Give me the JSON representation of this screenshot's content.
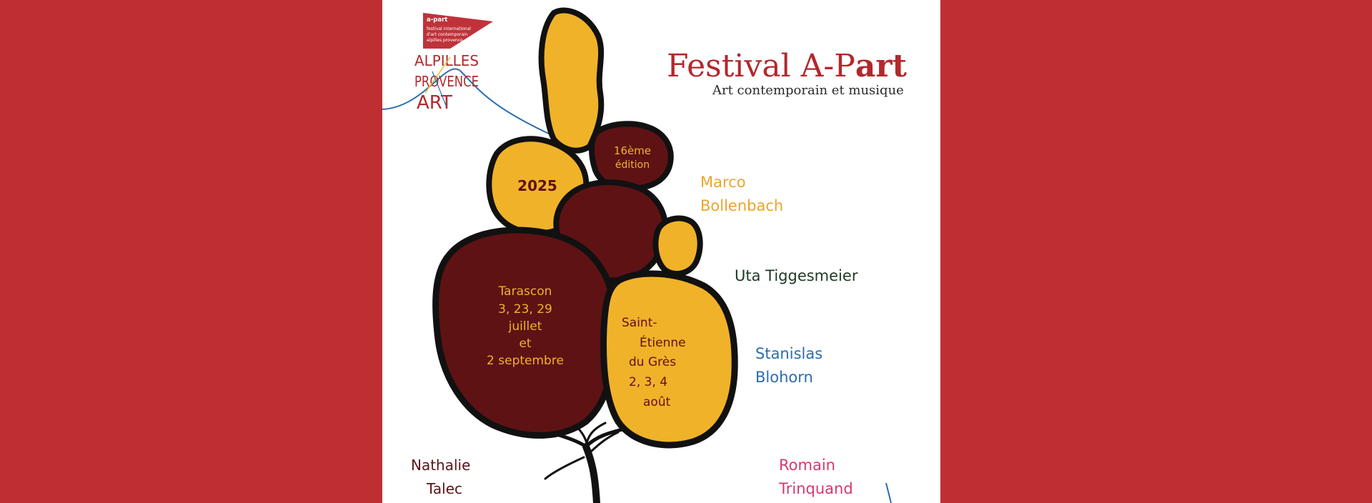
{
  "logo": {
    "small_name": "a-part",
    "tag_line1": "festival international",
    "tag_line2": "d'art contemporain",
    "tag_line3": "alpilles provence",
    "word1": "ALPILLES",
    "word2": "PROVENCE",
    "word3": "ART"
  },
  "title": {
    "main": "Festival A-P",
    "main_bold": "art",
    "subtitle": "Art contemporain et musique"
  },
  "blobs": {
    "year": "2025",
    "edition_line1": "16ème",
    "edition_line2": "édition",
    "tarascon_line1": "Tarascon",
    "tarascon_line2": "3, 23, 29",
    "tarascon_line3": "juillet",
    "tarascon_line4": "et",
    "tarascon_line5": "2 septembre",
    "stetienne_line1": "Saint-",
    "stetienne_line2": "Étienne",
    "stetienne_line3": "du Grès",
    "stetienne_line4": "2, 3, 4",
    "stetienne_line5": "août"
  },
  "artists": {
    "a1_line1": "Marco",
    "a1_line2": "Bollenbach",
    "a2": "Uta Tiggesmeier",
    "a3_line1": "Stanislas",
    "a3_line2": "Blohorn",
    "a4_line1": "Nathalie",
    "a4_line2": "Talec",
    "a5_line1": "Romain",
    "a5_line2": "Trinquand"
  },
  "colors": {
    "background": "#bf2e33",
    "ochre": "#f0b229",
    "maroon": "#5e1214",
    "artist1": "#e9a52c",
    "artist2": "#1f3a24",
    "artist3": "#2a6db0",
    "artist4": "#5a1418",
    "artist5": "#d33a6c",
    "title": "#b3282d"
  }
}
